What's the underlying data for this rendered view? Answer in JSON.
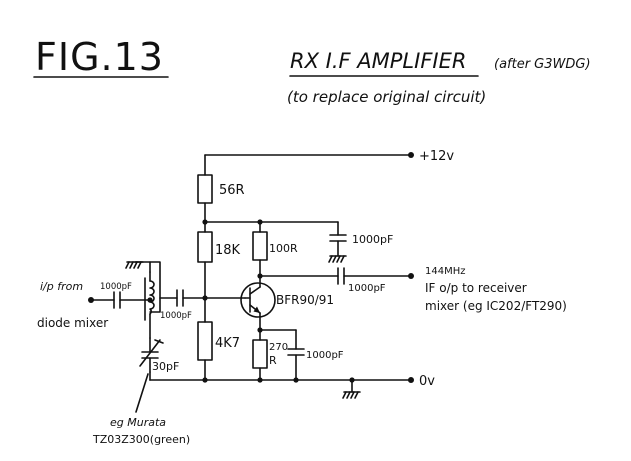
{
  "figure": {
    "fig_label": "FIG.13",
    "title": "RX I.F AMPLIFIER",
    "credit": "(after G3WDG)",
    "subtitle": "(to replace original circuit)"
  },
  "rails": {
    "supply": "+12v",
    "ground": "0v"
  },
  "input": {
    "line1": "i/p from",
    "line2": "diode mixer",
    "cap_in": "1000pF",
    "cap_base": "1000pF",
    "trimmer_cap": "30pF",
    "coil_note_line1": "eg Murata",
    "coil_note_line2": "TZ03Z300(green)"
  },
  "bias": {
    "r_supply": "56R",
    "r_upper": "18K",
    "r_lower": "4K7"
  },
  "stage": {
    "r_collector": "100R",
    "decoupling_cap": "1000pF",
    "output_cap": "1000pF",
    "transistor": "BFR90/91",
    "r_emitter_line1": "270",
    "r_emitter_line2": "R",
    "emitter_cap": "1000pF"
  },
  "output": {
    "freq": "144MHz",
    "line1": "IF o/p to receiver",
    "line2": "mixer (eg IC202/FT290)"
  }
}
